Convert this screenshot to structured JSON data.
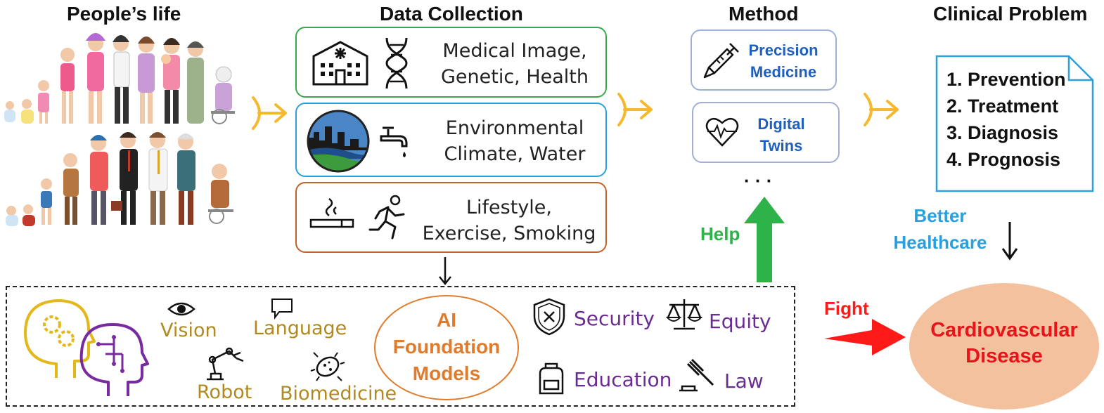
{
  "headers": {
    "people": "People’s life",
    "data": "Data Collection",
    "method": "Method",
    "clinical": "Clinical Problem"
  },
  "data_boxes": [
    {
      "line1": "Medical Image,",
      "line2": "Genetic, Health",
      "color": "#3aa84a",
      "icons": [
        "hospital-icon",
        "dna-icon"
      ]
    },
    {
      "line1": "Environmental",
      "line2": "Climate, Water",
      "color": "#2aa0de",
      "icons": [
        "city-landscape-icon",
        "faucet-icon"
      ]
    },
    {
      "line1": "Lifestyle,",
      "line2": "Exercise, Smoking",
      "color": "#c0622a",
      "icons": [
        "cigarette-icon",
        "running-icon"
      ]
    }
  ],
  "methods": [
    {
      "line1": "Precision",
      "line2": "Medicine",
      "icon": "syringe-icon"
    },
    {
      "line1": "Digital",
      "line2": "Twins",
      "icon": "heart-pulse-icon"
    }
  ],
  "methods_more": "· · ·",
  "problems": [
    "1. Prevention",
    "2. Treatment",
    "3. Diagnosis",
    "4. Prognosis"
  ],
  "help_label": "Help",
  "better_label": {
    "line1": "Better",
    "line2": "Healthcare"
  },
  "fight_label": "Fight",
  "disease": {
    "line1": "Cardiovascular",
    "line2": "Disease"
  },
  "ai": {
    "center": {
      "line1": "AI",
      "line2": "Foundation",
      "line3": "Models"
    },
    "capabilities": [
      "Vision",
      "Language",
      "Robot",
      "Biomedicine"
    ],
    "concerns": [
      "Security",
      "Equity",
      "Education",
      "Law"
    ]
  },
  "colors": {
    "arrow_gold": "#f5b82e",
    "help_green": "#2db34a",
    "fight_red": "#ff1a1a",
    "better_blue": "#2aa0de",
    "disease_fill": "#f4c19e",
    "ai_orange": "#e07b2c",
    "capability_gold": "#b08a1e",
    "concern_purple": "#6a2c91"
  }
}
